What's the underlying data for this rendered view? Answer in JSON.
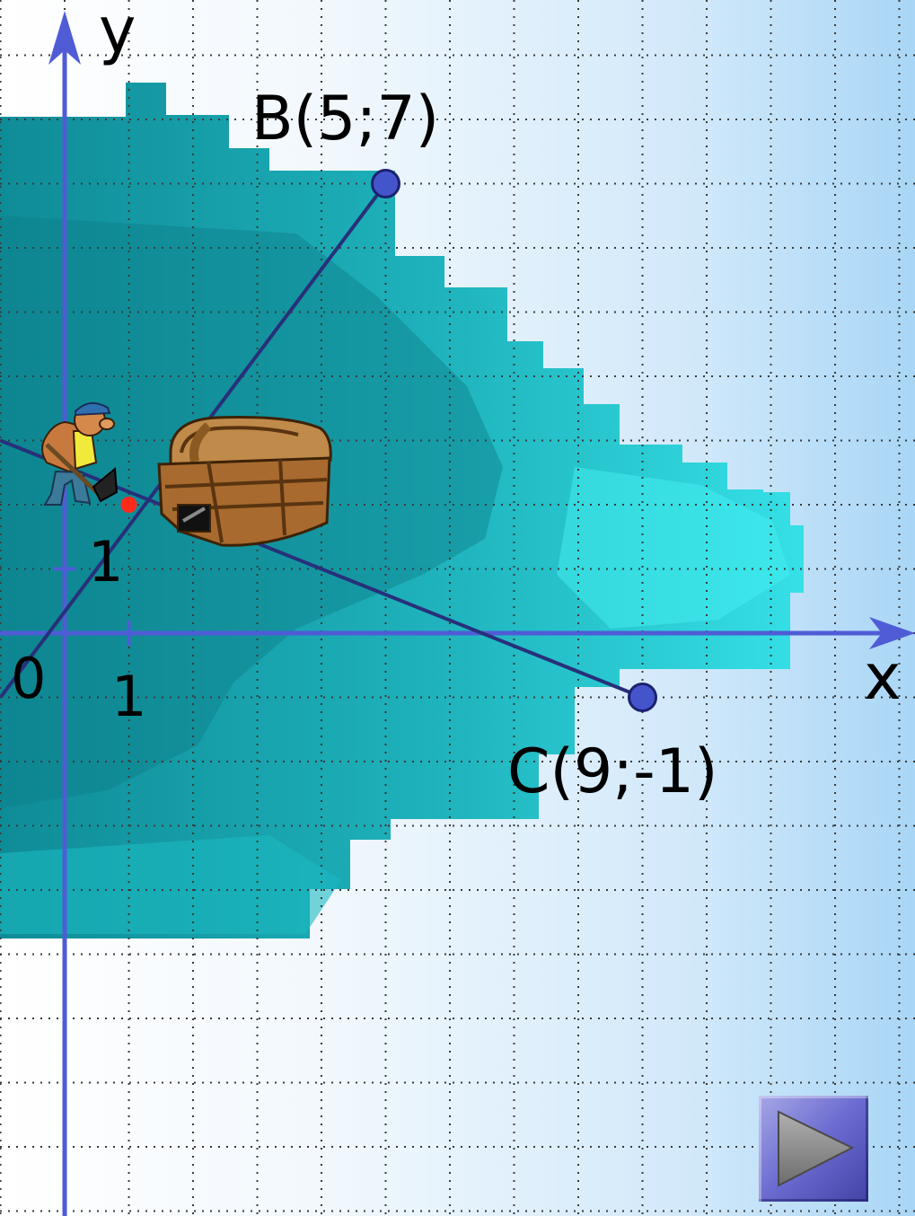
{
  "axes": {
    "x_label": "x",
    "y_label": "y",
    "origin_label": "0",
    "x_tick_label": "1",
    "y_tick_label": "1",
    "x_range": [
      -1,
      13
    ],
    "y_range": [
      -9,
      9
    ],
    "color": "#4f5cd6"
  },
  "points": {
    "B": {
      "label": "B(5;7)",
      "x": 5,
      "y": 7
    },
    "C": {
      "label": "C(9;-1)",
      "x": 9,
      "y": -1
    },
    "A": {
      "x": -1,
      "y": -1
    },
    "D": {
      "x": -1,
      "y": 3
    },
    "intersection": {
      "x": 1,
      "y": 2,
      "color": "#ff2a1a"
    }
  },
  "colors": {
    "segment": "#27307a",
    "point": "#4455cc",
    "sea": "#2ec6cc",
    "sea_deep": "#0e8a95",
    "grid": "#3a3a3a"
  },
  "icons": {
    "pirate": "pirate-digger-icon",
    "chest": "treasure-chest-icon",
    "next": "play-next-icon"
  }
}
